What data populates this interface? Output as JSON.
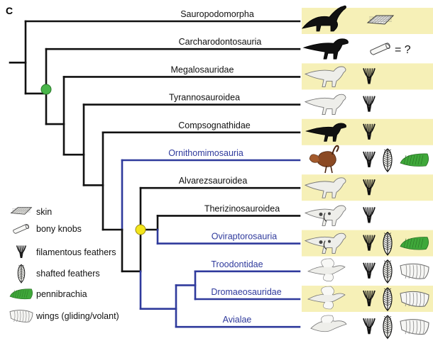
{
  "panel_label": "C",
  "colors": {
    "basal_lineage": "#111111",
    "feathered_lineage": "#2f3a9c",
    "row_highlight": "#f6f0b7",
    "node_green": "#49b54a",
    "node_yellow": "#f3e51b",
    "pennibrachia": "#3fa83a"
  },
  "taxa": [
    {
      "label": "Sauropodomorpha",
      "color": "#111111",
      "highlight": true,
      "silhouette": "sauropod-silhouette-icon",
      "silhouette_tone": "#111111",
      "traits": [
        "skin-icon"
      ]
    },
    {
      "label": "Carcharodontosauria",
      "color": "#111111",
      "highlight": false,
      "silhouette": "theropod-silhouette-icon",
      "silhouette_tone": "#111111",
      "traits": [
        "bony-knob-icon"
      ],
      "note": "= ?"
    },
    {
      "label": "Megalosauridae",
      "color": "#111111",
      "highlight": true,
      "silhouette": "theropod-outline-icon",
      "silhouette_tone": "#eeeeea",
      "traits": [
        "filamentous-feather-icon"
      ]
    },
    {
      "label": "Tyrannosauroidea",
      "color": "#111111",
      "highlight": false,
      "silhouette": "theropod-outline-icon",
      "silhouette_tone": "#eeeeea",
      "traits": [
        "filamentous-feather-icon"
      ]
    },
    {
      "label": "Compsognathidae",
      "color": "#111111",
      "highlight": true,
      "silhouette": "small-theropod-silhouette-icon",
      "silhouette_tone": "#111111",
      "traits": [
        "filamentous-feather-icon"
      ]
    },
    {
      "label": "Ornithomimosauria",
      "color": "#2f3a9c",
      "highlight": false,
      "silhouette": "feathered-ornithomimid-icon",
      "silhouette_tone": "#7a3a1c",
      "traits": [
        "filamentous-feather-icon",
        "shafted-feather-icon",
        "pennibrachia-icon"
      ]
    },
    {
      "label": "Alvarezsauroidea",
      "color": "#111111",
      "highlight": true,
      "silhouette": "theropod-outline-icon",
      "silhouette_tone": "#eeeeea",
      "traits": [
        "filamentous-feather-icon"
      ]
    },
    {
      "label": "Therizinosauroidea",
      "color": "#111111",
      "highlight": false,
      "silhouette": "therizinosaur-icon",
      "silhouette_tone": "#eeeeea",
      "traits": [
        "filamentous-feather-icon"
      ]
    },
    {
      "label": "Oviraptorosauria",
      "color": "#2f3a9c",
      "highlight": true,
      "silhouette": "oviraptorosaur-icon",
      "silhouette_tone": "#eeeeea",
      "traits": [
        "filamentous-feather-icon",
        "shafted-feather-icon",
        "pennibrachia-icon"
      ]
    },
    {
      "label": "Troodontidae",
      "color": "#2f3a9c",
      "highlight": false,
      "silhouette": "winged-theropod-icon",
      "silhouette_tone": "#eeeeea",
      "traits": [
        "filamentous-feather-icon",
        "shafted-feather-icon",
        "wing-icon"
      ]
    },
    {
      "label": "Dromaeosauridae",
      "color": "#2f3a9c",
      "highlight": true,
      "silhouette": "winged-theropod-icon",
      "silhouette_tone": "#eeeeea",
      "traits": [
        "filamentous-feather-icon",
        "shafted-feather-icon",
        "wing-icon"
      ]
    },
    {
      "label": "Avialae",
      "color": "#2f3a9c",
      "highlight": false,
      "silhouette": "bird-icon",
      "silhouette_tone": "#eeeeea",
      "traits": [
        "filamentous-feather-icon",
        "shafted-feather-icon",
        "wing-icon"
      ]
    }
  ],
  "legend": [
    {
      "icon": "skin-icon",
      "label": "skin"
    },
    {
      "icon": "bony-knob-icon",
      "label": "bony knobs"
    },
    {
      "icon": "filamentous-feather-icon",
      "label": "filamentous feathers"
    },
    {
      "icon": "shafted-feather-icon",
      "label": "shafted feathers"
    },
    {
      "icon": "pennibrachia-icon",
      "label": "pennibrachia"
    },
    {
      "icon": "wing-icon",
      "label": "wings (gliding/volant)"
    }
  ]
}
